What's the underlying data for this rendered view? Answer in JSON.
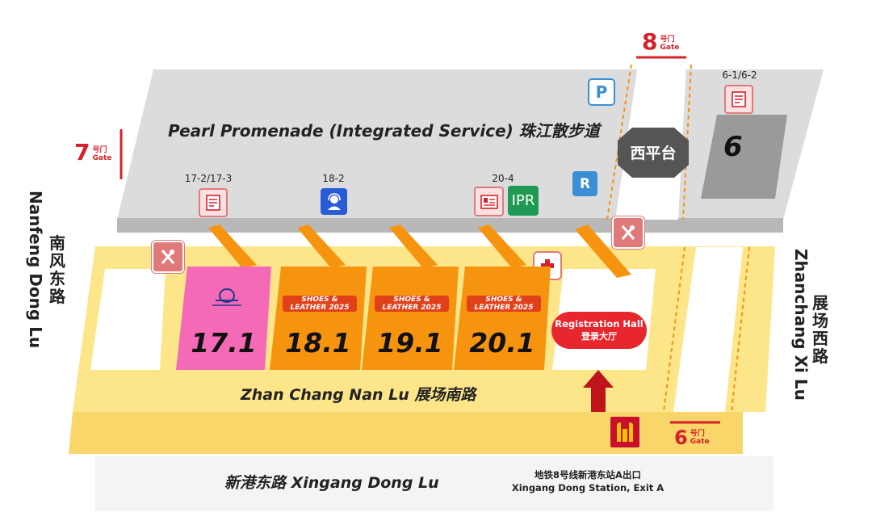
{
  "gates": [
    {
      "id": "8",
      "num": "8",
      "cn": "号门",
      "en": "Gate"
    },
    {
      "id": "7",
      "num": "7",
      "cn": "号门",
      "en": "Gate"
    },
    {
      "id": "6",
      "num": "6",
      "cn": "号门",
      "en": "Gate"
    }
  ],
  "promenade_title": "Pearl Promenade (Integrated Service) 珠江散步道",
  "west_platform": "西平台",
  "hall6": {
    "num": "6",
    "label": "6-1/6-2"
  },
  "service_labels": {
    "s1": "17-2/17-3",
    "s2": "18-2",
    "s3": "20-4"
  },
  "icons": {
    "parking": "P",
    "restroom": "R",
    "ipr": "IPR"
  },
  "halls": [
    {
      "num": "17.1",
      "color": "#f46ab7"
    },
    {
      "num": "18.1",
      "color": "#f7940f",
      "logo": "SHOES & LEATHER 2025"
    },
    {
      "num": "19.1",
      "color": "#f7940f",
      "logo": "SHOES & LEATHER 2025"
    },
    {
      "num": "20.1",
      "color": "#f7940f",
      "logo": "SHOES & LEATHER 2025"
    }
  ],
  "registration": {
    "en": "Registration Hall",
    "cn": "登录大厅"
  },
  "roads": {
    "south_inner": "Zhan Chang Nan Lu 展场南路",
    "south_outer": "新港东路 Xingang Dong Lu",
    "west_cn": "南风东路",
    "west_en": "Nanfeng Dong Lu",
    "east_cn": "展场西路",
    "east_en": "Zhanchang Xi Lu"
  },
  "metro": {
    "cn": "地铁8号线新港东站A出口",
    "en": "Xingang  Dong Station, Exit A"
  },
  "colors": {
    "red": "#d7212a",
    "orange": "#f7940f",
    "pink": "#f46ab7",
    "yellow": "#fde68a",
    "gray": "#cfcfcf"
  }
}
